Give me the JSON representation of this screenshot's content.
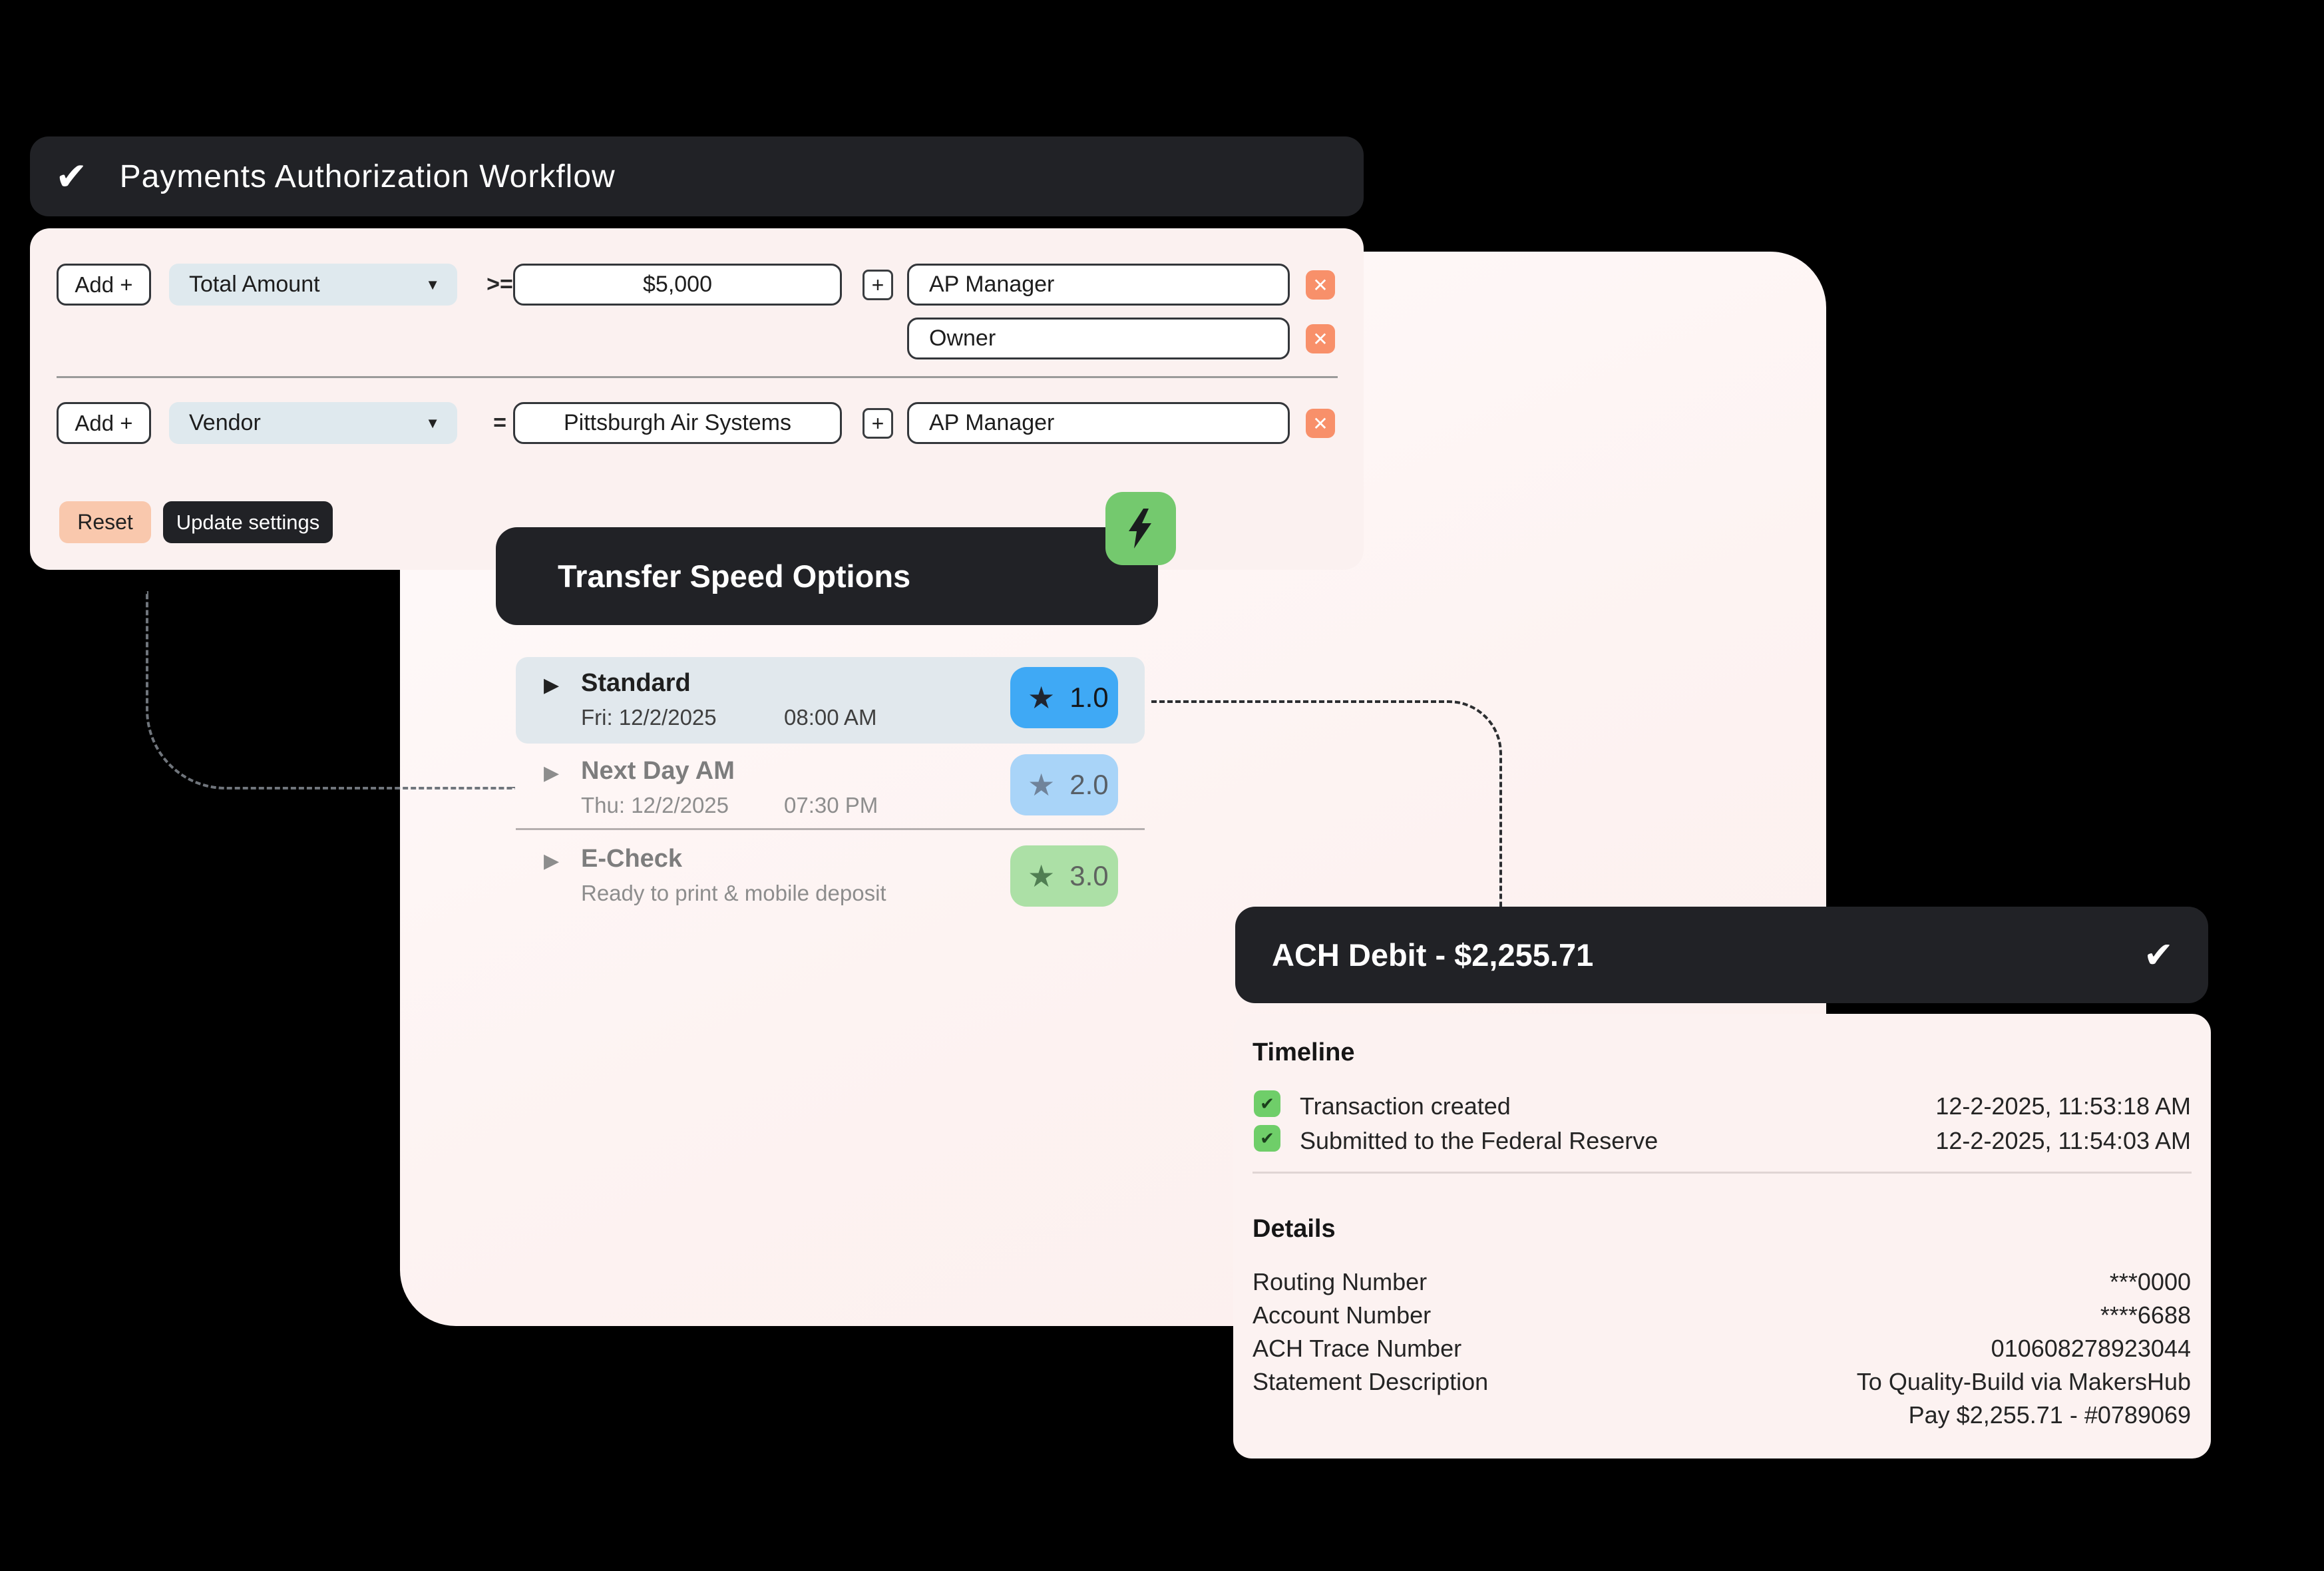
{
  "icons": {
    "check": "✔",
    "arrow_down": "▼",
    "play": "▶",
    "star": "★",
    "close": "✕",
    "plus": "+",
    "checkbox_check": "✔"
  },
  "colors": {
    "background": "#000000",
    "dark_panel": "#212226",
    "panel_pink": "#fbf1f0",
    "card_pink": "#fdf3f2",
    "accent_salmon": "#f8906a",
    "accent_peach": "#f9c8ad",
    "accent_green": "#74c96e",
    "badge_blue": "#3fa9f5",
    "badge_light_blue": "#a9d4f8",
    "badge_light_green": "#ace0a6",
    "checkbox_green": "#6fce69",
    "dropdown_gray_blue": "#dfe9ee",
    "selected_row": "#e1e8ed"
  },
  "workflow": {
    "title": "Payments Authorization Workflow",
    "rules": [
      {
        "add": "Add +",
        "field": "Total Amount",
        "operator": ">=",
        "value": "$5,000",
        "approvers": [
          "AP Manager",
          "Owner"
        ]
      },
      {
        "add": "Add +",
        "field": "Vendor",
        "operator": "=",
        "value": "Pittsburgh Air Systems",
        "approvers": [
          "AP Manager"
        ]
      }
    ],
    "reset": "Reset",
    "update": "Update settings"
  },
  "transfer": {
    "title": "Transfer Speed Options",
    "options": [
      {
        "name": "Standard",
        "date": "Fri: 12/2/2025",
        "time": "08:00 AM",
        "score": "1.0"
      },
      {
        "name": "Next Day AM",
        "date": "Thu: 12/2/2025",
        "time": "07:30 PM",
        "score": "2.0"
      },
      {
        "name": "E-Check",
        "description": "Ready to print & mobile deposit",
        "score": "3.0"
      }
    ]
  },
  "ach": {
    "title": "ACH Debit - $2,255.71",
    "timeline_title": "Timeline",
    "timeline": [
      {
        "label": "Transaction created",
        "timestamp": "12-2-2025, 11:53:18 AM"
      },
      {
        "label": "Submitted to the Federal Reserve",
        "timestamp": "12-2-2025, 11:54:03 AM"
      }
    ],
    "details_title": "Details",
    "details": [
      {
        "label": "Routing Number",
        "value": "***0000"
      },
      {
        "label": "Account Number",
        "value": "****6688"
      },
      {
        "label": "ACH Trace Number",
        "value": "010608278923044"
      },
      {
        "label": "Statement Description",
        "value": "To Quality-Build via MakersHub"
      },
      {
        "label": "",
        "value": "Pay $2,255.71 - #0789069"
      }
    ]
  }
}
